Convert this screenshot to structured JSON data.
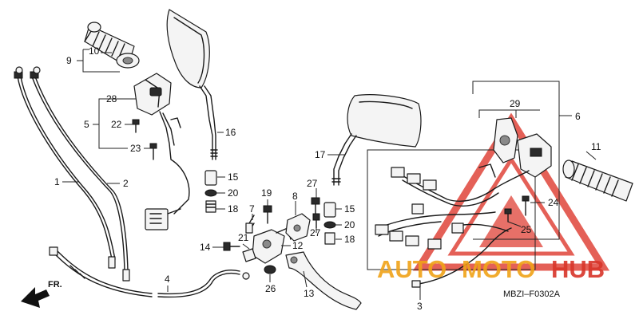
{
  "code": "MBZI–F0302A",
  "direction_label": "FR.",
  "watermark": {
    "word1": "AUTO",
    "word2": "MOTO",
    "word3": "HUB",
    "color_red": "#d8352a",
    "color_orange": "#f0a318"
  },
  "callouts": {
    "c1": "1",
    "c2": "2",
    "c3": "3",
    "c4": "4",
    "c5": "5",
    "c6": "6",
    "c7": "7",
    "c8": "8",
    "c9": "9",
    "c10": "10",
    "c11": "11",
    "c12": "12",
    "c13": "13",
    "c14": "14",
    "c15a": "15",
    "c15b": "15",
    "c16": "16",
    "c17": "17",
    "c18a": "18",
    "c18b": "18",
    "c19": "19",
    "c20a": "20",
    "c20b": "20",
    "c21": "21",
    "c22": "22",
    "c23": "23",
    "c24": "24",
    "c25": "25",
    "c26": "26",
    "c27a": "27",
    "c27b": "27",
    "c28": "28",
    "c29": "29"
  }
}
